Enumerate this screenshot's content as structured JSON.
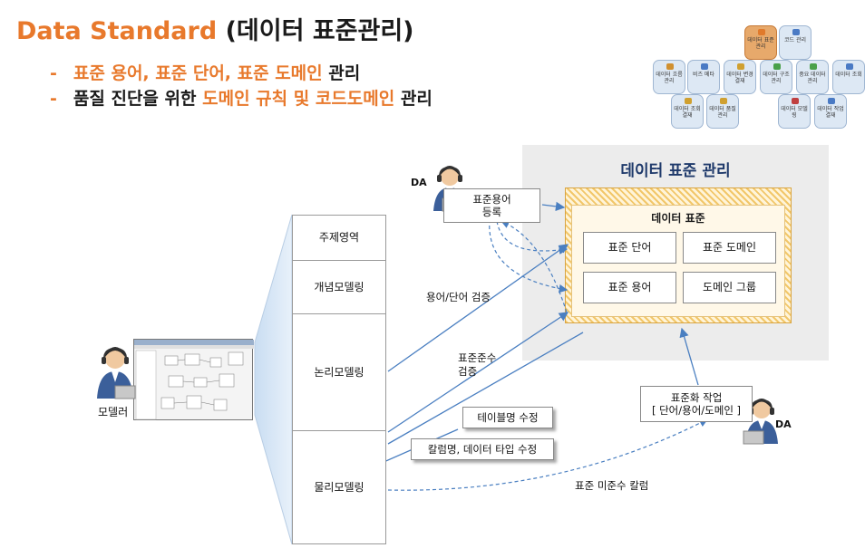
{
  "title": {
    "part1": "Data Standard",
    "part2": "(데이터 표준관리)"
  },
  "bullets": [
    {
      "dash": "-",
      "orange": "표준 용어, 표준 단어, 표준 도메인",
      "black": " 관리"
    },
    {
      "dash": "-",
      "black_pre": "품질 진단을 위한 ",
      "orange": "도메인 규칙 및 코드도메인",
      "black": " 관리"
    }
  ],
  "honeycomb": [
    {
      "label": "데이터 표준관리",
      "color": "#e07a2c",
      "selected": true
    },
    {
      "label": "코드 관리",
      "color": "#4a7ac4"
    },
    {
      "label": "데이터 흐름관리",
      "color": "#d09030"
    },
    {
      "label": "비즈 메타",
      "color": "#4a7ac4"
    },
    {
      "label": "데이터 변경결재",
      "color": "#d0a030"
    },
    {
      "label": "데이터 구조관리",
      "color": "#4aa04a"
    },
    {
      "label": "중요 데이터 관리",
      "color": "#4aa04a"
    },
    {
      "label": "데이터 조회",
      "color": "#4a7ac4"
    },
    {
      "label": "데이터 조회결재",
      "color": "#d0a030"
    },
    {
      "label": "데이터 품질관리",
      "color": "#d0a030"
    },
    {
      "label": "데이터 모델링",
      "color": "#c04040"
    },
    {
      "label": "데이터 작업결재",
      "color": "#4a7ac4"
    }
  ],
  "panel": {
    "title": "데이터 표준 관리",
    "inner_title": "데이터 표준",
    "boxes": [
      "표준 단어",
      "표준 도메인",
      "표준 용어",
      "도메인 그룹"
    ]
  },
  "stack": [
    "주제영역",
    "개념모델링",
    "논리모델링",
    "물리모델링"
  ],
  "actors": {
    "da_top": "DA",
    "modeler": "모델러",
    "da_right": "DA"
  },
  "boxes": {
    "register": "표준용어\n등록",
    "table_fix": "테이블명 수정",
    "column_fix": "칼럼명, 데이터 타입 수정",
    "work": "표준화 작업\n[ 단어/용어/도메인 ]"
  },
  "labels": {
    "verify_word": "용어/단어 검증",
    "verify_std": "표준준수\n검증",
    "nonstd_column": "표준 미준수 칼럼"
  }
}
